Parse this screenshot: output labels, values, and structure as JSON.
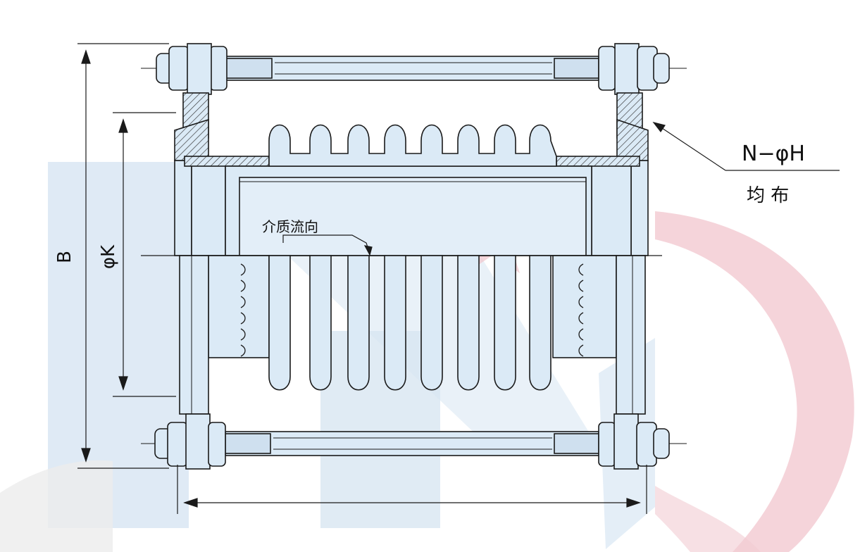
{
  "labels": {
    "dim_B": "B",
    "dim_K": "φK",
    "holes": "N−φH",
    "distribution": "均  布",
    "flow": "介质流向"
  },
  "colors": {
    "fill": "#dbeaf6",
    "fill_dark": "#bcd3e8",
    "line": "#1a1a1a",
    "hatch": "#333333",
    "watermark_blue": "#c9dcee",
    "watermark_red": "#f2c9cf",
    "watermark_grey": "#e8e8e8"
  }
}
